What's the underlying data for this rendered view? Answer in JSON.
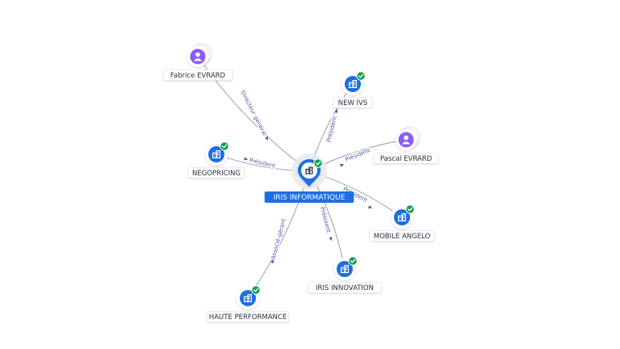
{
  "center": {
    "label": "IRIS INFORMATIQUE",
    "type": "company",
    "verified": true
  },
  "nodes": [
    {
      "id": "fabrice",
      "label": "Fabrice EVRARD",
      "type": "person",
      "verified": false
    },
    {
      "id": "newivs",
      "label": "NEW IVS",
      "type": "company",
      "verified": true
    },
    {
      "id": "pascal",
      "label": "Pascal EVRARD",
      "type": "person",
      "verified": false
    },
    {
      "id": "negopricing",
      "label": "NEGOPRICING",
      "type": "company",
      "verified": true
    },
    {
      "id": "mobileangelo",
      "label": "MOBILE ANGELO",
      "type": "company",
      "verified": true
    },
    {
      "id": "irisinnovation",
      "label": "IRIS INNOVATION",
      "type": "company",
      "verified": true
    },
    {
      "id": "hauteperf",
      "label": "HAUTE PERFORMANCE",
      "type": "company",
      "verified": true
    }
  ],
  "edges": [
    {
      "target": "fabrice",
      "label": "Directeur général"
    },
    {
      "target": "newivs",
      "label": "Président"
    },
    {
      "target": "pascal",
      "label": "Président"
    },
    {
      "target": "negopricing",
      "label": "Président"
    },
    {
      "target": "mobileangelo",
      "label": "Président"
    },
    {
      "target": "irisinnovation",
      "label": "Président"
    },
    {
      "target": "hauteperf",
      "label": "Associé-gérant"
    }
  ],
  "colors": {
    "primary": "#1d6fe0",
    "person": "#8b5cf6",
    "verified": "#12a150",
    "edge": "#8f93a8",
    "edge_label": "#4c5aa8"
  }
}
